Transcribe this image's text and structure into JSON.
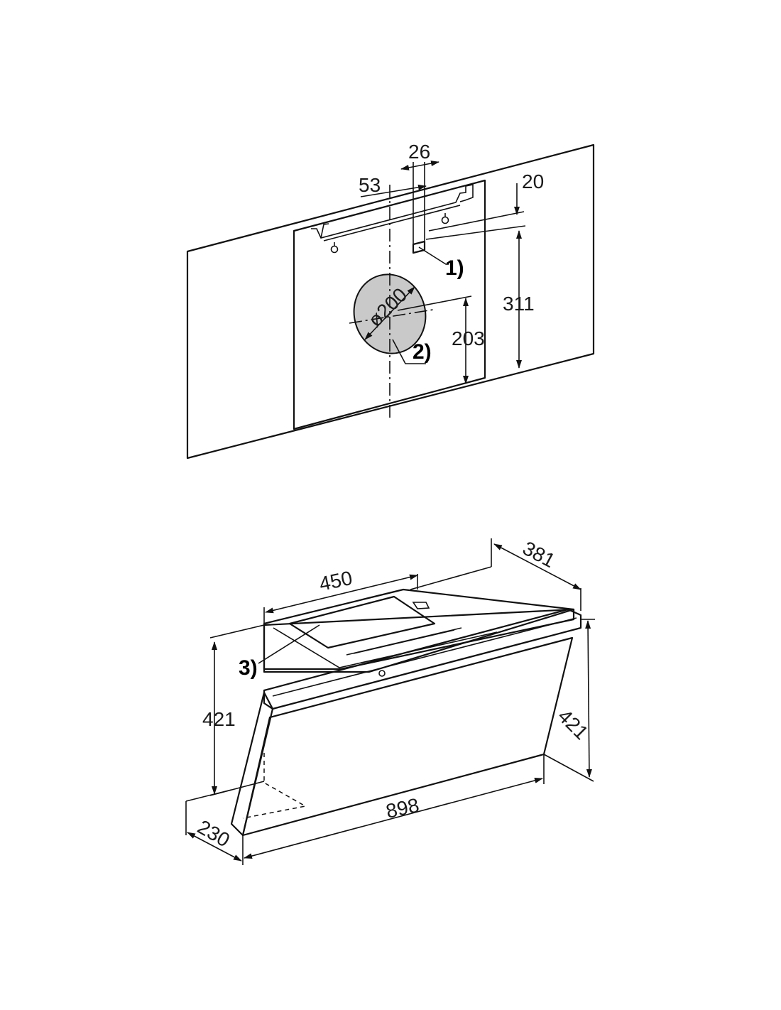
{
  "wall_view": {
    "dimensions": {
      "d26": "26",
      "d53": "53",
      "d20": "20",
      "d311": "311",
      "d203": "203",
      "d200": "ø200"
    },
    "callouts": {
      "c1": "1)",
      "c2": "2)"
    }
  },
  "hood_view": {
    "dimensions": {
      "d381": "381",
      "d450": "450",
      "d421_left": "421",
      "d421_right": "421",
      "d898": "898",
      "d230": "230"
    },
    "callouts": {
      "c3": "3)"
    }
  },
  "colors": {
    "wall_fill": "#d9d9d9",
    "plate_fill": "#d9d9d9",
    "filter_fill": "#c9c9c9",
    "glass_fill": "#e6e6e6",
    "line": "#111111"
  }
}
